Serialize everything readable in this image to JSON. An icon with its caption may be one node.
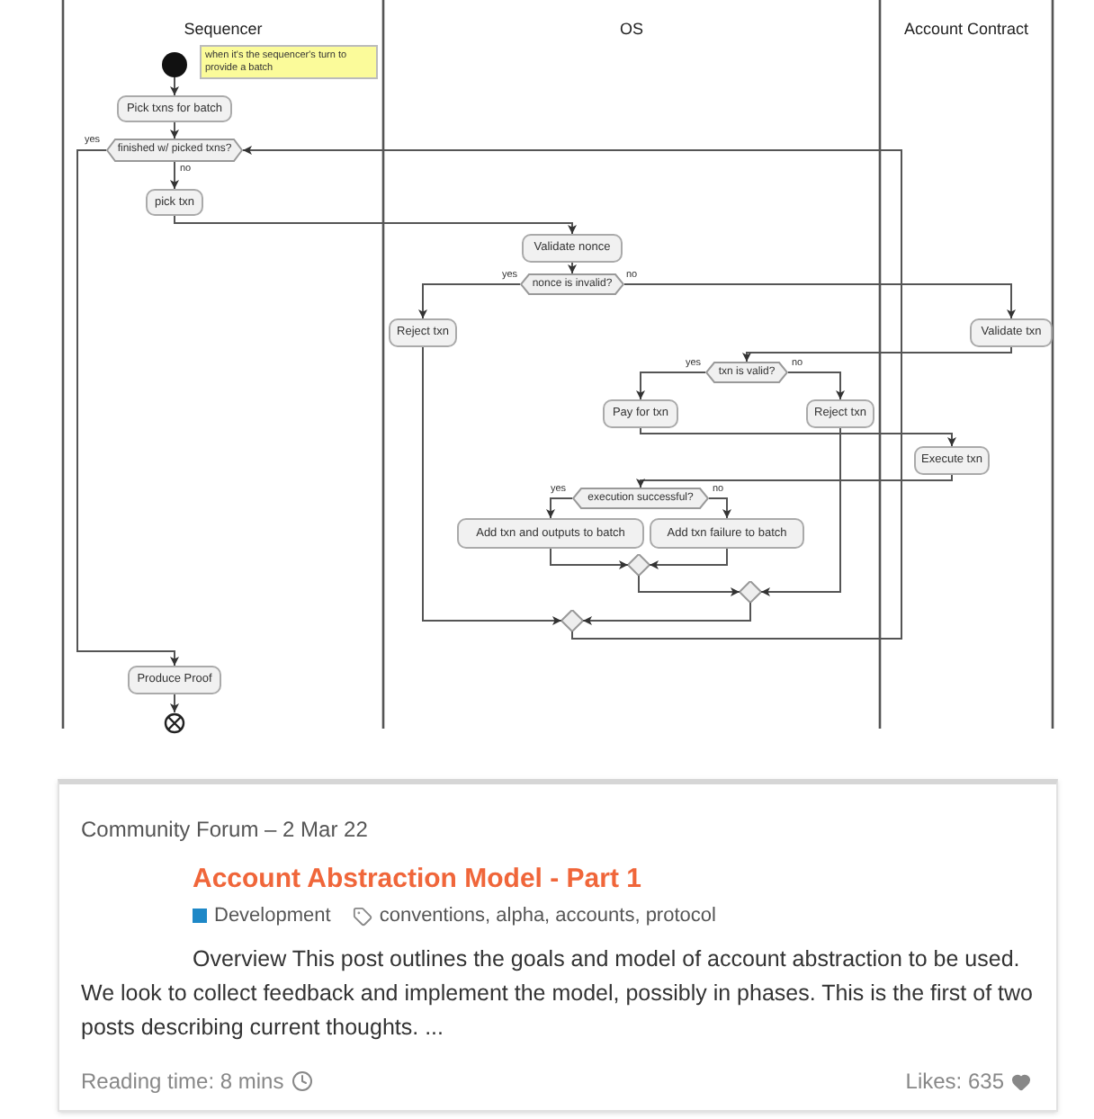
{
  "diagram": {
    "nodes": [
      {
        "text": [],
        "shape": "circle"
      },
      {
        "text": [
          "when it's the sequencer's turn to provide a batch"
        ]
      },
      {
        "text": [
          "Pick txns for batch"
        ]
      },
      {
        "text": [
          "finished w/ picked txns?"
        ]
      },
      {
        "text": [
          "pick txn"
        ]
      },
      {
        "text": [
          "Validate nonce"
        ]
      },
      {
        "text": [
          "nonce is invalid?"
        ]
      },
      {
        "text": [
          "Reject txn"
        ]
      },
      {
        "text": [
          "Validate txn"
        ]
      },
      {
        "text": [
          "txn is valid?"
        ]
      },
      {
        "text": [
          "Pay for txn"
        ]
      },
      {
        "text": [
          "Reject txn"
        ]
      },
      {
        "text": [
          "Execute txn"
        ]
      },
      {
        "text": [
          "execution successful?"
        ]
      },
      {
        "text": [
          "Add txn and outputs to batch"
        ]
      },
      {
        "text": [
          "Add txn failure to batch"
        ]
      },
      {
        "text": [],
        "shape": "diamond"
      },
      {
        "text": [],
        "shape": "diamond"
      },
      {
        "text": [],
        "shape": "diamond"
      },
      {
        "text": [
          "Produce Proof"
        ]
      },
      {
        "text": [],
        "shape": "circle"
      },
      {
        "text": [
          "Community Forum – 2 Mar 22",
          "Account Abstraction Model - Part 1",
          "Development",
          "conventions, alpha, accounts, protocol",
          "Overview This post outlines the goals and model of account abstraction to be used. We look to collect feedback and implement the model, possibly in phases. This is the first of two posts describing current thoughts. ...",
          "Reading time: 8 mins",
          "Likes: 635"
        ]
      }
    ],
    "edges": [
      {
        "from": 0,
        "to": 2,
        "arrow": "to"
      },
      {
        "from": 2,
        "to": 3,
        "arrow": "to"
      },
      {
        "from": 3,
        "to": 4,
        "arrow": "to",
        "label": "no"
      },
      {
        "from": 3,
        "to": 19,
        "arrow": "to",
        "label": "yes"
      },
      {
        "from": 4,
        "to": 5,
        "arrow": "to"
      },
      {
        "from": 5,
        "to": 6,
        "arrow": "to"
      },
      {
        "from": 6,
        "to": 7,
        "arrow": "to",
        "label": "yes"
      },
      {
        "from": 6,
        "to": 8,
        "arrow": "to",
        "label": "no"
      },
      {
        "from": 8,
        "to": 9,
        "arrow": "to"
      },
      {
        "from": 9,
        "to": 10,
        "arrow": "to",
        "label": "yes"
      },
      {
        "from": 9,
        "to": 11,
        "arrow": "to",
        "label": "no"
      },
      {
        "from": 10,
        "to": 12,
        "arrow": "to"
      },
      {
        "from": 12,
        "to": 13,
        "arrow": "to"
      },
      {
        "from": 13,
        "to": 14,
        "arrow": "to",
        "label": "yes"
      },
      {
        "from": 13,
        "to": 15,
        "arrow": "to",
        "label": "no"
      },
      {
        "from": 14,
        "to": 16,
        "arrow": "to"
      },
      {
        "from": 15,
        "to": 16,
        "arrow": "to"
      },
      {
        "from": 16,
        "to": 17,
        "arrow": "to"
      },
      {
        "from": 11,
        "to": 17,
        "arrow": "to"
      },
      {
        "from": 7,
        "to": 18,
        "arrow": "to"
      },
      {
        "from": 17,
        "to": 18,
        "arrow": "to"
      },
      {
        "from": 18,
        "to": 3,
        "arrow": "to"
      },
      {
        "from": 19,
        "to": 20,
        "arrow": "to"
      }
    ],
    "labels": [
      "Sequencer",
      "OS",
      "Account Contract"
    ]
  }
}
